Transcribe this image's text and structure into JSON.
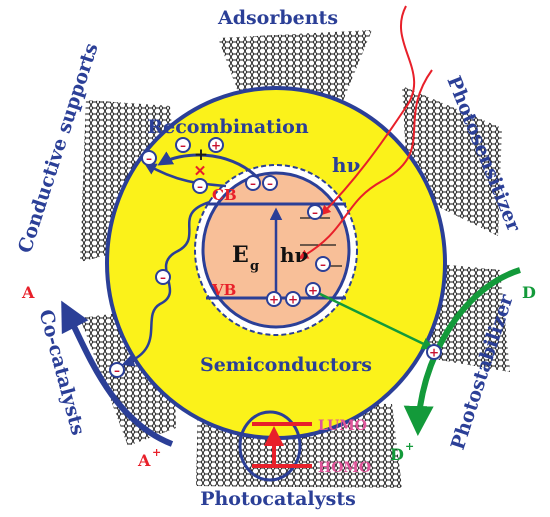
{
  "labels": {
    "adsorbents": "Adsorbents",
    "photosensitizer": "Photosensitizer",
    "photostabilizer": "Photostabilizer",
    "photocatalysts": "Photocatalysts",
    "cocatalysts": "Co-catalysts",
    "conductive_supports": "Conductive supports",
    "recombination": "Recombination",
    "semiconductors": "Semiconductors",
    "hv_outer": "hν",
    "hv_inner": "hν",
    "cb": "CB",
    "vb": "VB",
    "eg_main": "E",
    "eg_sub": "g",
    "lumo": "LUMO",
    "homo": "HOMO",
    "a": "A",
    "a_plus": "A",
    "a_plus_sup": "+",
    "d": "D",
    "d_plus": "D",
    "d_plus_sup": "+",
    "plus_sign": "+",
    "minus_sign": "–",
    "cross_mark": "✕"
  },
  "colors": {
    "navy": "#2b3f97",
    "yellow": "#fbf21a",
    "core_fill": "#f8bf98",
    "red": "#e8202a",
    "green": "#139a3a",
    "pink": "#e0559a",
    "crimson": "#c8102e"
  }
}
